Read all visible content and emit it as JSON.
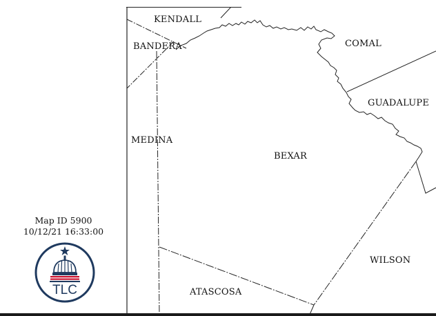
{
  "info": {
    "map_id": "Map ID 5900",
    "timestamp": "10/12/21 16:33:00"
  },
  "logo": {
    "text": "TLC",
    "colors": {
      "navy": "#1f3a5f",
      "red": "#c8102e"
    }
  },
  "map": {
    "counties": [
      {
        "key": "kendall",
        "name": "KENDALL"
      },
      {
        "key": "bandera",
        "name": "BANDERA"
      },
      {
        "key": "comal",
        "name": "COMAL"
      },
      {
        "key": "guadalupe",
        "name": "GUADALUPE"
      },
      {
        "key": "medina",
        "name": "MEDINA"
      },
      {
        "key": "bexar",
        "name": "BEXAR"
      },
      {
        "key": "wilson",
        "name": "WILSON"
      },
      {
        "key": "atascosa",
        "name": "ATASCOSA"
      }
    ],
    "colors": {
      "boundary": "#222222",
      "fill": "#ffffff"
    }
  }
}
